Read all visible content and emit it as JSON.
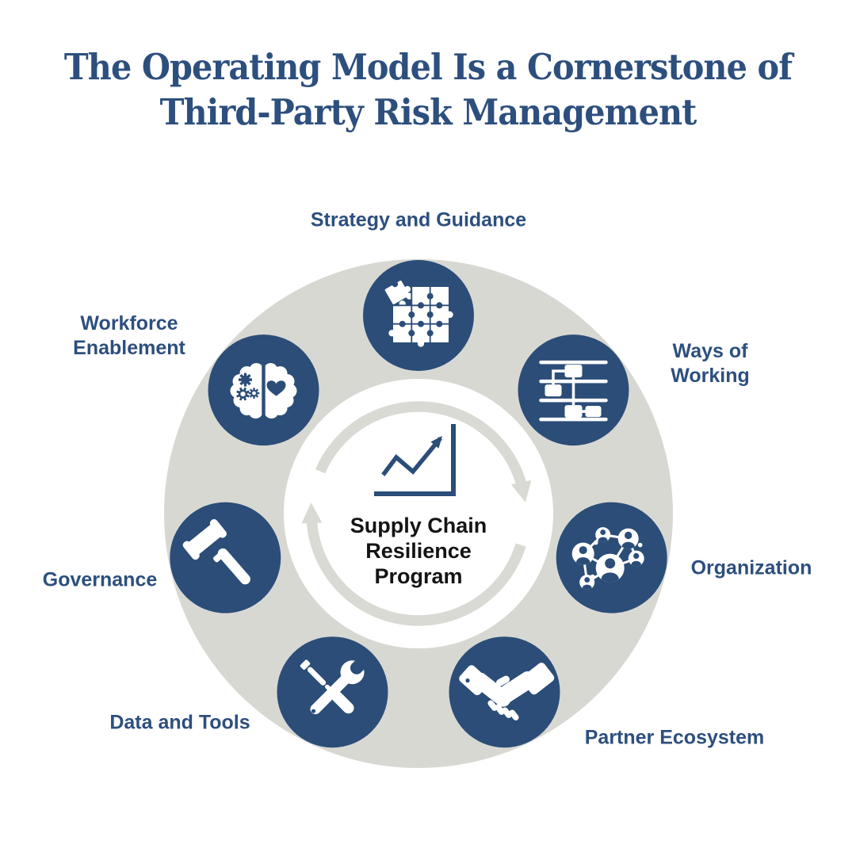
{
  "title": {
    "lines": [
      "The Operating Model Is a Cornerstone of",
      "Third-Party Risk Management"
    ]
  },
  "hub": {
    "label": "Supply Chain Resilience Program",
    "lines": [
      "Supply Chain",
      "Resilience",
      "Program"
    ],
    "icon": "growth-chart-icon"
  },
  "spokes": [
    {
      "label": "Strategy and Guidance",
      "lines": [
        "Strategy and Guidance"
      ],
      "icon": "puzzle-icon"
    },
    {
      "label": "Ways of Working",
      "lines": [
        "Ways of",
        "Working"
      ],
      "icon": "workflow-icon"
    },
    {
      "label": "Organization",
      "lines": [
        "Organization"
      ],
      "icon": "people-network-icon"
    },
    {
      "label": "Partner Ecosystem",
      "lines": [
        "Partner Ecosystem"
      ],
      "icon": "handshake-icon"
    },
    {
      "label": "Data and Tools",
      "lines": [
        "Data and Tools"
      ],
      "icon": "tools-icon"
    },
    {
      "label": "Governance",
      "lines": [
        "Governance"
      ],
      "icon": "gavel-icon"
    },
    {
      "label": "Workforce Enablement",
      "lines": [
        "Workforce",
        "Enablement"
      ],
      "icon": "brain-icon"
    }
  ],
  "colors": {
    "navy": "#2b4d78",
    "ring_gray": "#d8d8d3",
    "arrow_gray": "#dadad5",
    "title_blue": "#2d4f7e",
    "hub_text": "#141414",
    "background": "#ffffff"
  }
}
